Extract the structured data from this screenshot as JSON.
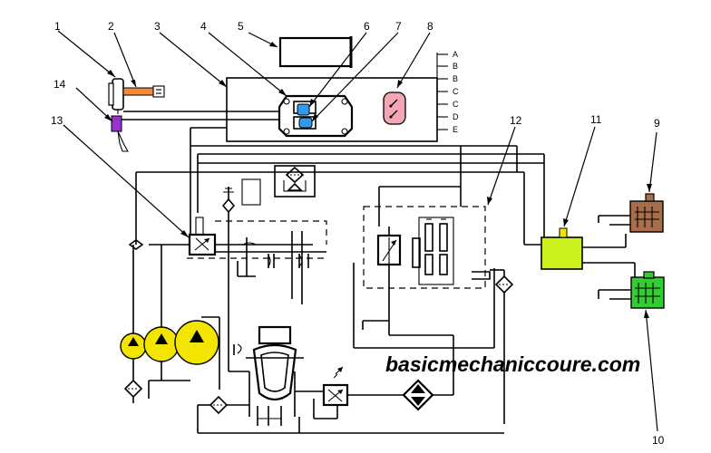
{
  "watermark": "basicmechaniccoure.com",
  "callouts": [
    "1",
    "2",
    "3",
    "4",
    "5",
    "6",
    "7",
    "8",
    "9",
    "10",
    "11",
    "12",
    "13",
    "14"
  ],
  "port_labels": [
    "A",
    "B",
    "B",
    "C",
    "C",
    "D",
    "E"
  ],
  "colors": {
    "line": "#000000",
    "accumulator": "#f2e600",
    "control_unit": "#ccf21e",
    "pedal_upper": "#a86e4b",
    "pedal_lower": "#33cc33",
    "lever": "#9933cc",
    "switch": "#f4a6b4",
    "valve_blue": "#3399ee",
    "orange_link": "#f08a3c"
  }
}
